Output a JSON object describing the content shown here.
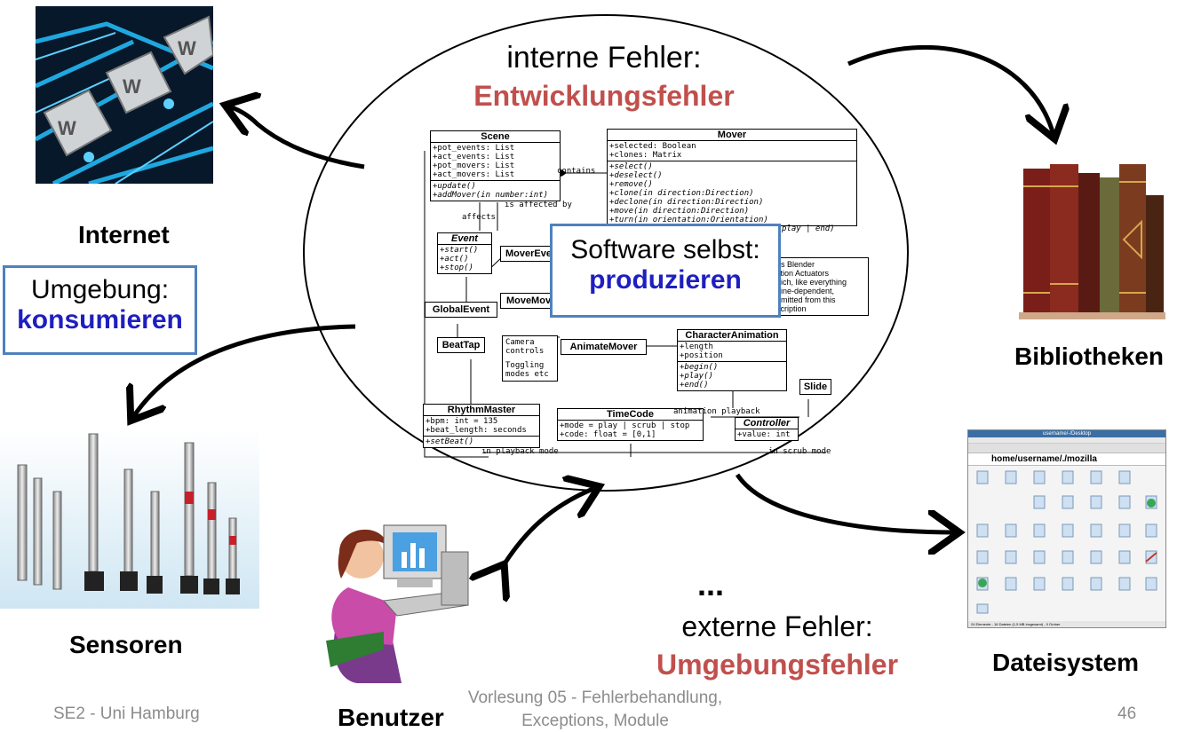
{
  "center": {
    "line1": "interne Fehler:",
    "line2": "Entwicklungsfehler",
    "software_line1": "Software selbst:",
    "software_line2": "produzieren",
    "dots": "...",
    "external_line1": "externe Fehler:",
    "external_line2": "Umgebungsfehler"
  },
  "left_box": {
    "line1": "Umgebung:",
    "line2": "konsumieren"
  },
  "labels": {
    "internet": "Internet",
    "sensoren": "Sensoren",
    "benutzer": "Benutzer",
    "bibliotheken": "Bibliotheken",
    "dateisystem": "Dateisystem"
  },
  "footer": {
    "left": "SE2 - Uni Hamburg",
    "center_line1": "Vorlesung 05 - Fehlerbehandlung,",
    "center_line2": "Exceptions, Module",
    "page": "46"
  },
  "uml": {
    "scene": {
      "name": "Scene",
      "attrs": [
        "+pot_events: List",
        "+act_events: List",
        "+pot_movers: List",
        "+act_movers: List"
      ],
      "ops": [
        "+update()",
        "+addMover(in number:int)"
      ]
    },
    "mover": {
      "name": "Mover",
      "attrs": [
        "+selected: Boolean",
        "+clones: Matrix"
      ],
      "ops": [
        "+select()",
        "+deselect()",
        "+remove()",
        "+clone(in direction:Direction)",
        "+declone(in direction:Direction)",
        "+move(in direction:Direction)",
        "+turn(in orientation:Orientation)"
      ]
    },
    "event": {
      "name": "Event",
      "ops": [
        "+start()",
        "+act()",
        "+stop()"
      ]
    },
    "mover_event": "MoverEve",
    "move_mov": "MoveMov",
    "global_event": "GlobalEvent",
    "beat_tap": "BeatTap",
    "animate_mover": "AnimateMover",
    "character_animation": {
      "name": "CharacterAnimation",
      "attrs": [
        "+length",
        "+position"
      ],
      "ops": [
        "+begin()",
        "+play()",
        "+end()"
      ]
    },
    "slide": "Slide",
    "rhythm_master": {
      "name": "RhythmMaster",
      "attrs": [
        "+bpm: int = 135",
        "+beat_length: seconds"
      ],
      "ops": [
        "+setBeat()"
      ]
    },
    "timecode": {
      "name": "TimeCode",
      "attrs": [
        "+mode = play | scrub | stop",
        "+code: float = [0,1]"
      ]
    },
    "controller": {
      "name": "Controller",
      "attrs": [
        "+value: int"
      ]
    },
    "note_camera": [
      "Camera",
      "controls",
      "Toggling",
      "modes etc"
    ],
    "note_blender": [
      "es Blender",
      "ction Actuators",
      "hich, like everything",
      "gine-dependent,",
      "omitted from this",
      "scription"
    ],
    "edge_contains": "contains",
    "edge_affected": "is affected by",
    "edge_affects": "affects",
    "edge_play_end": "play | end)",
    "edge_animation_playback": "animation playback",
    "edge_in_playback": "in playback mode",
    "edge_in_scrub": "in scrub mode"
  },
  "filemanager": {
    "title": "username/-/Desktop",
    "path": "home/username/./mozilla",
    "status": "24 Elemente - 16 Dateien (1,5 MB insgesamt) - 0 Ordner"
  }
}
